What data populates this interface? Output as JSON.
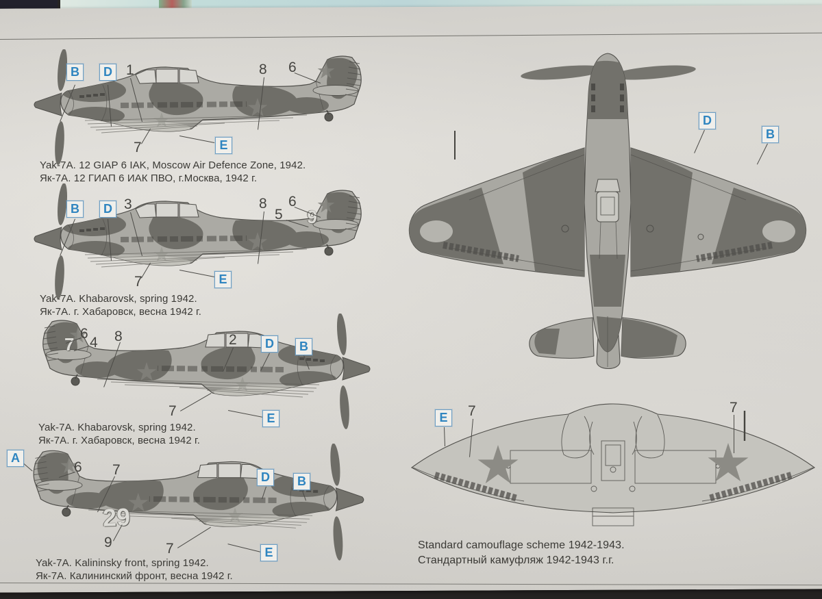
{
  "document_type": "model kit camouflage &amp; markings instruction sheet",
  "palette": {
    "callout_blue": "#2f85c0",
    "callout_box_border": "#6f9fc4",
    "paper": "#d8d6d1",
    "ink": "#3a3935",
    "camo_light": "#abaaa4",
    "camo_dark": "#6f6e68",
    "underside_light": "#c5c4be"
  },
  "figures": [
    {
      "caption_en": "Yak-7A. 12 GIAP  6 IAK, Moscow Air Defence Zone, 1942.",
      "caption_ru": "Як-7А. 12 ГИАП  6 ИАК ПВО, г.Москва, 1942 г.",
      "callouts": [
        "B",
        "D",
        "1",
        "8",
        "6",
        "7",
        "E"
      ]
    },
    {
      "caption_en": "Yak-7A. Khabarovsk, spring 1942.",
      "caption_ru": "Як-7А. г. Хабаровск, весна 1942 г.",
      "callouts": [
        "B",
        "D",
        "3",
        "8",
        "6",
        "5",
        "7",
        "E"
      ],
      "tail_number": "9"
    },
    {
      "caption_en": "Yak-7A. Khabarovsk, spring 1942.",
      "caption_ru": "Як-7А. г. Хабаровск, весна 1942 г.",
      "callouts": [
        "6",
        "4",
        "8",
        "2",
        "D",
        "B",
        "7",
        "E"
      ],
      "tail_number": "7"
    },
    {
      "caption_en": "Yak-7A. Kalininsky front, spring 1942.",
      "caption_ru": "Як-7А. Калининский фронт, весна 1942 г.",
      "callouts": [
        "A",
        "6",
        "7",
        "D",
        "B",
        "9",
        "7",
        "E"
      ],
      "side_number": "29"
    }
  ],
  "top_view": {
    "callouts": [
      "D",
      "B"
    ]
  },
  "bottom_view": {
    "callouts": [
      "E",
      "7",
      "7"
    ]
  },
  "standard_caption_en": "Standard camouflage scheme 1942-1943.",
  "standard_caption_ru": "Стандартный камуфляж 1942-1943 г.г."
}
